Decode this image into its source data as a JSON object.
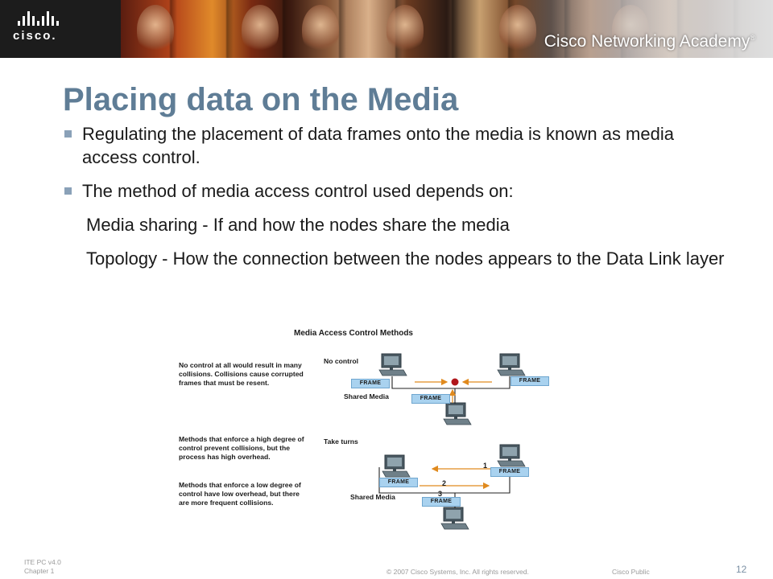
{
  "banner": {
    "brand": "cisco",
    "brand_suffix": ".",
    "academy": "Cisco Networking Academy",
    "trademark": "®"
  },
  "slide": {
    "title": "Placing data on the Media",
    "bullets": [
      "Regulating the placement of data frames onto the media is known as media access control.",
      "The method of media access control used depends on:"
    ],
    "subitems": [
      "Media sharing - If and how the nodes share the media",
      "Topology - How the connection between the nodes appears to the Data Link layer"
    ]
  },
  "diagram": {
    "title": "Media Access Control Methods",
    "note_no_control": "No control at all would result in many collisions. Collisions cause corrupted frames that must be resent.",
    "note_high": "Methods that enforce a high degree of control prevent collisions, but the process has high overhead.",
    "note_low": "Methods that enforce a low degree of control have low overhead, but there are more frequent collisions.",
    "label_no_control": "No control",
    "label_take_turns": "Take turns",
    "label_shared_1": "Shared Media",
    "label_shared_2": "Shared Media",
    "frame_label": "FRAME",
    "turn_1": "1",
    "turn_2": "2",
    "turn_3": "3"
  },
  "footer": {
    "course": "ITE PC v4.0",
    "chapter": "Chapter 1",
    "copyright": "© 2007 Cisco Systems, Inc. All rights reserved.",
    "classification": "Cisco Public",
    "page": "12"
  }
}
